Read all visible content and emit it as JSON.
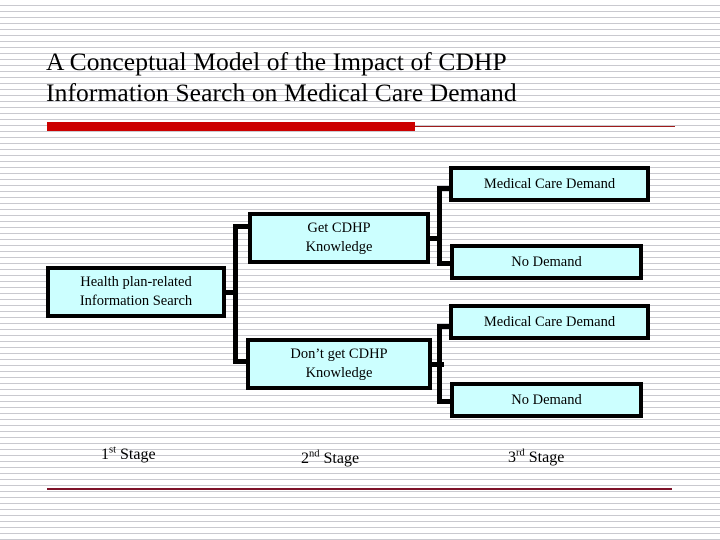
{
  "slide": {
    "title_lines": [
      "A Conceptual Model of the Impact of CDHP",
      "Information Search on Medical Care Demand"
    ],
    "accent_color_thick": "#cc0000",
    "accent_color_thin": "#9e1b1b",
    "footer_rule_color": "#7d1128",
    "node_fill_color": "#ccffff",
    "node_border_color": "#000000",
    "background_color": "#ffffff"
  },
  "diagram": {
    "nodes": {
      "search": {
        "line1": "Health plan-related",
        "line2": "Information Search"
      },
      "get_knowledge": {
        "line1": "Get CDHP",
        "line2": "Knowledge"
      },
      "dont_get_knowledge": {
        "line1": "Don’t get CDHP",
        "line2": "Knowledge"
      },
      "medical_care_demand_1": {
        "label": "Medical Care Demand"
      },
      "no_demand_1": {
        "label": "No Demand"
      },
      "medical_care_demand_2": {
        "label": "Medical Care Demand"
      },
      "no_demand_2": {
        "label": "No Demand"
      }
    },
    "stages": [
      {
        "number": "1",
        "ordinal": "st",
        "word": "Stage"
      },
      {
        "number": "2",
        "ordinal": "nd",
        "word": "Stage"
      },
      {
        "number": "3",
        "ordinal": "rd",
        "word": "Stage"
      }
    ]
  }
}
